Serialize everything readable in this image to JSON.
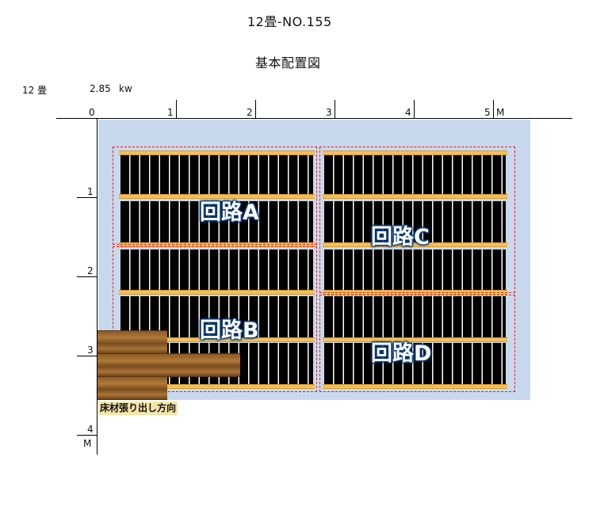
{
  "header": {
    "title": "12畳-NO.155",
    "subtitle": "基本配置図",
    "room_size": "12 畳",
    "power": "2.85",
    "power_unit": "kw"
  },
  "ruler": {
    "x_ticks": [
      "0",
      "1",
      "2",
      "3",
      "4",
      "5"
    ],
    "x_unit": "M",
    "y_ticks": [
      "1",
      "2",
      "3",
      "4"
    ],
    "y_unit": "M"
  },
  "circuits": {
    "a": "回路A",
    "b": "回路B",
    "c": "回路C",
    "d": "回路D"
  },
  "floor_direction_label": "床材張り出し方向",
  "colors": {
    "room_fill": "#c8d9ee",
    "circuit_border": "#e02020",
    "heater_panel": "#000000",
    "bus_bar": "#f0c060",
    "label_outline": "#0b3d7a"
  }
}
